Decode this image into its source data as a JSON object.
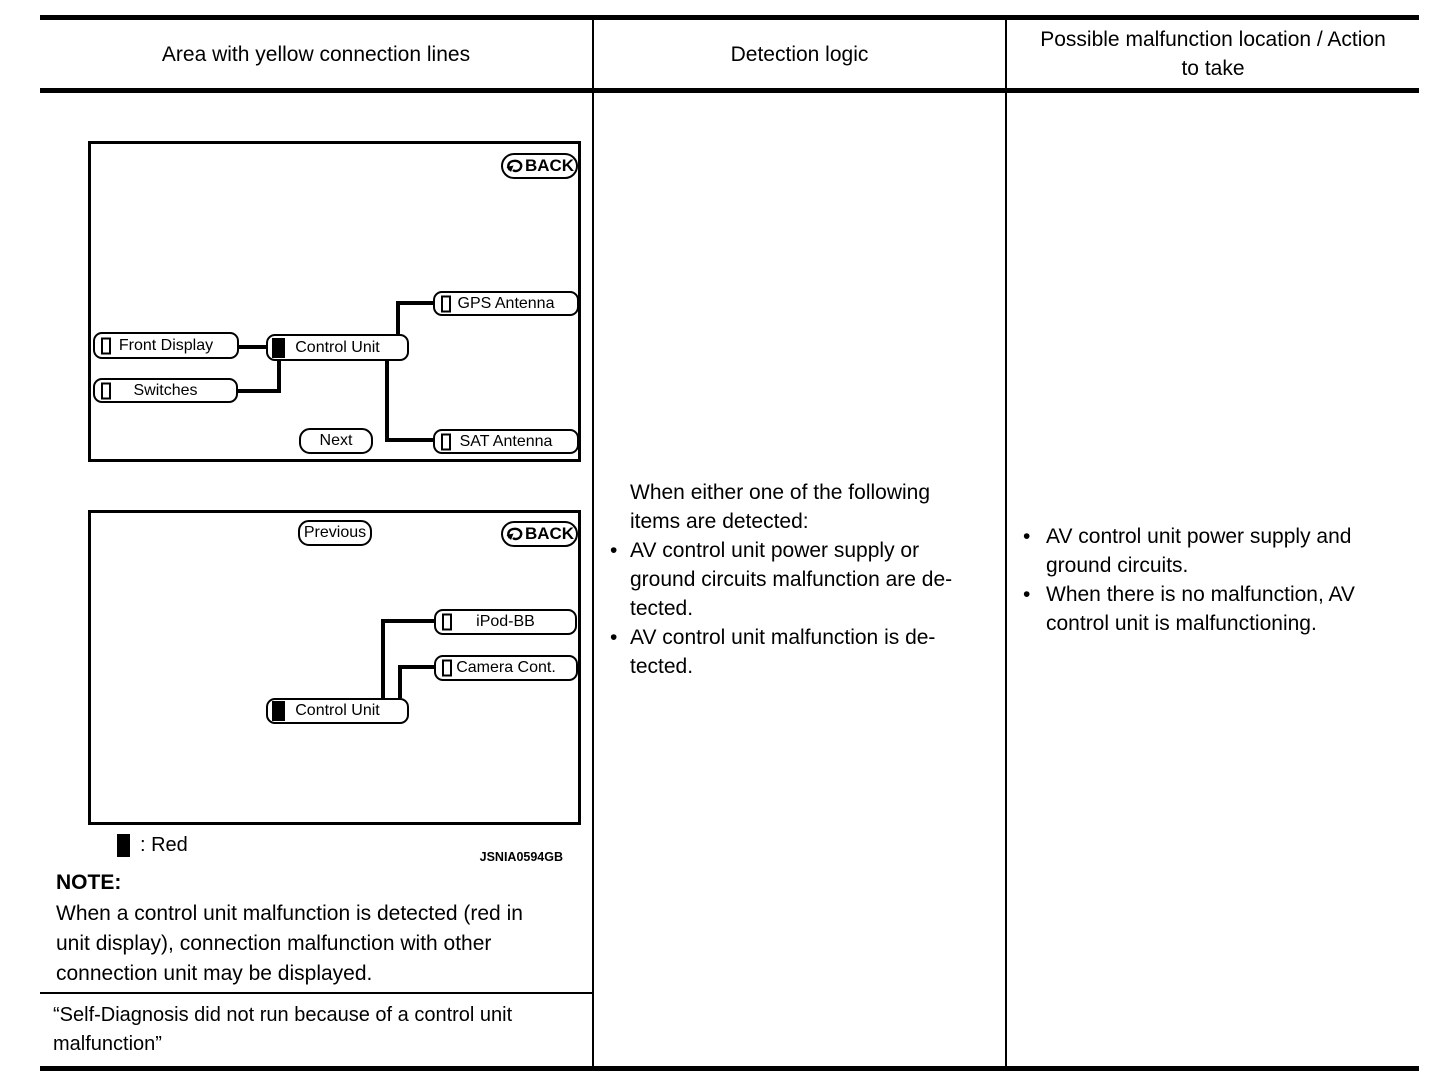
{
  "ui": {
    "bullet_char": "•"
  },
  "table": {
    "header": {
      "col1": "Area with yellow connection lines",
      "col2": "Detection logic",
      "col3": "Possible malfunction location / Action\nto take"
    }
  },
  "screen1": {
    "back_button": "BACK",
    "next_button": "Next",
    "nodes": {
      "gps_antenna": "GPS Antenna",
      "front_display": "Front Display",
      "control_unit": "Control Unit",
      "switches": "Switches",
      "sat_antenna": "SAT Antenna"
    }
  },
  "screen2": {
    "previous_button": "Previous",
    "back_button": "BACK",
    "nodes": {
      "ipod_bb": "iPod-BB",
      "camera_cont": "Camera Cont.",
      "control_unit": "Control Unit"
    }
  },
  "legend": {
    "swatch_color": "#000000",
    "label": ": Red"
  },
  "figure_id": "JSNIA0594GB",
  "note": {
    "heading": "NOTE:",
    "body": "When a control unit malfunction is detected (red in\nunit display), connection malfunction with other\nconnection unit may be displayed."
  },
  "message_row": "“Self-Diagnosis did not run because of a control unit\nmalfunction”",
  "detection_logic": {
    "intro": "When either one of the following\nitems are detected:",
    "bullets": [
      "AV control unit power supply or\nground circuits malfunction are de-\ntected.",
      "AV control unit malfunction is de-\ntected."
    ]
  },
  "actions": {
    "bullets": [
      "AV control unit power supply and\nground circuits.",
      "When there is no malfunction, AV\ncontrol unit is malfunctioning."
    ]
  }
}
